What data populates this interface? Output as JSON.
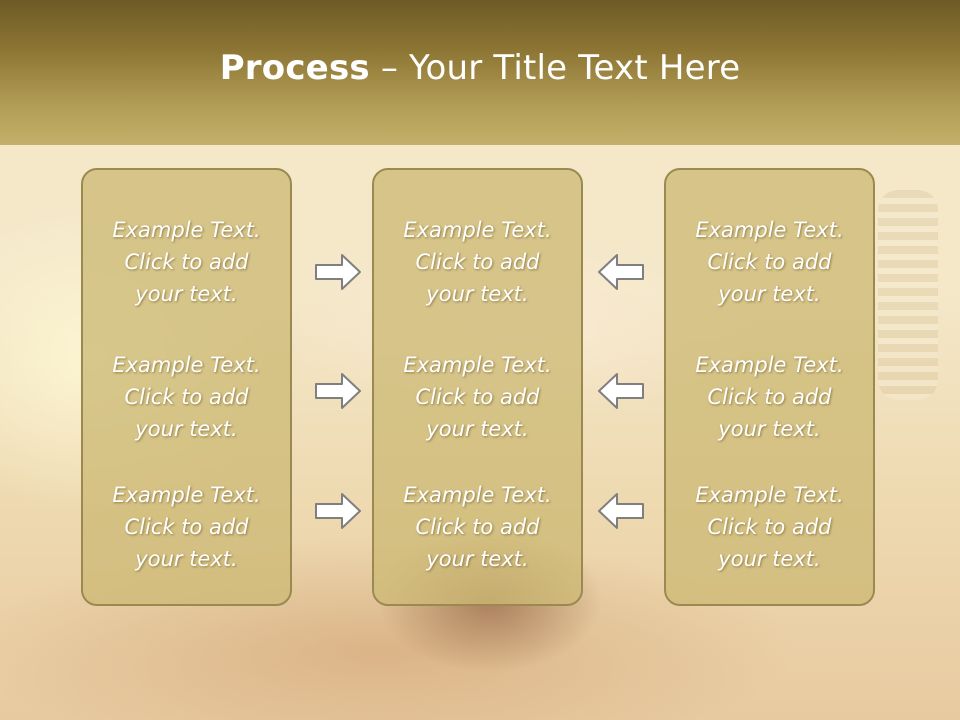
{
  "slide": {
    "title_bold": "Process",
    "title_rest": " – Your Title Text Here",
    "columns": [
      {
        "items": [
          "Example Text.\nClick  to add\nyour text.",
          "Example Text.\nClick  to add\nyour text.",
          "Example Text.\nClick  to add\nyour text."
        ]
      },
      {
        "items": [
          "Example Text.\nClick  to add\nyour text.",
          "Example Text.\nClick  to add\nyour text.",
          "Example Text.\nClick  to add\nyour text."
        ]
      },
      {
        "items": [
          "Example Text.\nClick  to add\nyour text.",
          "Example Text.\nClick  to add\nyour text.",
          "Example Text.\nClick  to add\nyour text."
        ]
      }
    ],
    "arrows": {
      "left_column_direction": "right",
      "right_column_direction": "left",
      "icon": "block-arrow-icon"
    },
    "colors": {
      "header_top": "#6d5a26",
      "header_bottom": "#c4b06a",
      "box_fill": "#cdba76",
      "box_border": "#9a8a52",
      "text": "#ffffff",
      "arrow_stroke": "#7f7f7f"
    }
  }
}
